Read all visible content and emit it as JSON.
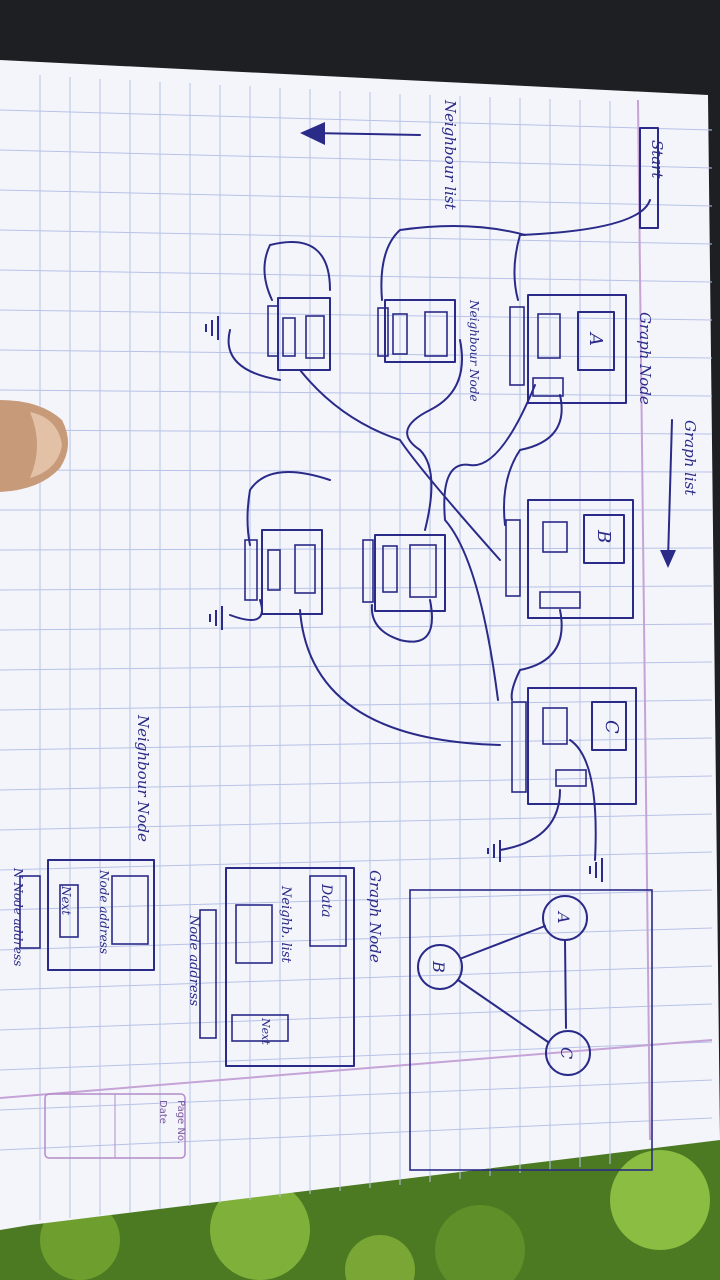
{
  "labels": {
    "start": "Start",
    "neighbour_list": "Neighbour list",
    "graph_node": "Graph Node",
    "graph_list": "Graph list",
    "neighbour_node_inline": "Neighbour Node",
    "neighbour_node_legend": "Neighbour Node",
    "node_a": "A",
    "node_b": "B",
    "node_c": "C"
  },
  "legend_graph_node": {
    "title": "Graph Node",
    "data": "Data",
    "neighb_list": "Neighb. list",
    "next": "Next",
    "node_address": "Node address"
  },
  "legend_neighbour_node": {
    "node_address": "Node address",
    "next": "Next",
    "n_node_address": "N Node address"
  },
  "graph_sketch": {
    "nodes": [
      "A",
      "B",
      "C"
    ]
  },
  "notebook_stamp": {
    "page_no": "Page No.",
    "date": "Date"
  },
  "colors": {
    "ink": "#2a2a88",
    "paper": "#f4f5fb",
    "rule_line": "#b7c2e6",
    "margin_line": "#c5a3d6",
    "grass": "#6a9a2e"
  }
}
